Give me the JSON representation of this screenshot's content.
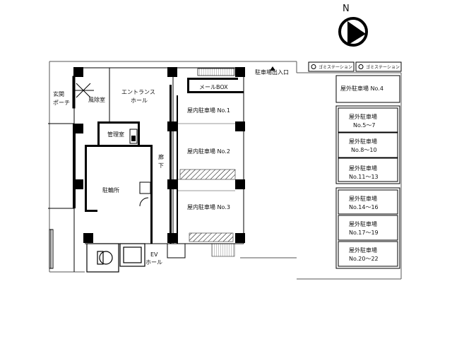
{
  "compass": {
    "label": "N"
  },
  "entrance": {
    "label": "駐車場出入口"
  },
  "garbage": [
    {
      "label": "ゴミステーション"
    },
    {
      "label": "ゴミステーション"
    }
  ],
  "rooms": {
    "mailbox": "メールBOX",
    "genkan_line1": "玄関",
    "genkan_line2": "ポーチ",
    "windbreak": "風除室",
    "entrance_hall_line1": "エントランス",
    "entrance_hall_line2": "ホール",
    "management": "管理室",
    "corridor_line1": "廊",
    "corridor_line2": "下",
    "bicycle": "駐輪所",
    "ev_line1": "EV",
    "ev_line2": "ホール"
  },
  "indoor_parking": [
    {
      "label": "屋内駐車場 No.1"
    },
    {
      "label": "屋内駐車場 No.2"
    },
    {
      "label": "屋内駐車場 No.3"
    }
  ],
  "outdoor_parking": [
    {
      "line1": "屋外駐車場 No.4",
      "line2": ""
    },
    {
      "line1": "屋外駐車場",
      "line2": "No.5〜7"
    },
    {
      "line1": "屋外駐車場",
      "line2": "No.8〜10"
    },
    {
      "line1": "屋外駐車場",
      "line2": "No.11〜13"
    },
    {
      "line1": "屋外駐車場",
      "line2": "No.14〜16"
    },
    {
      "line1": "屋外駐車場",
      "line2": "No.17〜19"
    },
    {
      "line1": "屋外駐車場",
      "line2": "No.20〜22"
    }
  ]
}
